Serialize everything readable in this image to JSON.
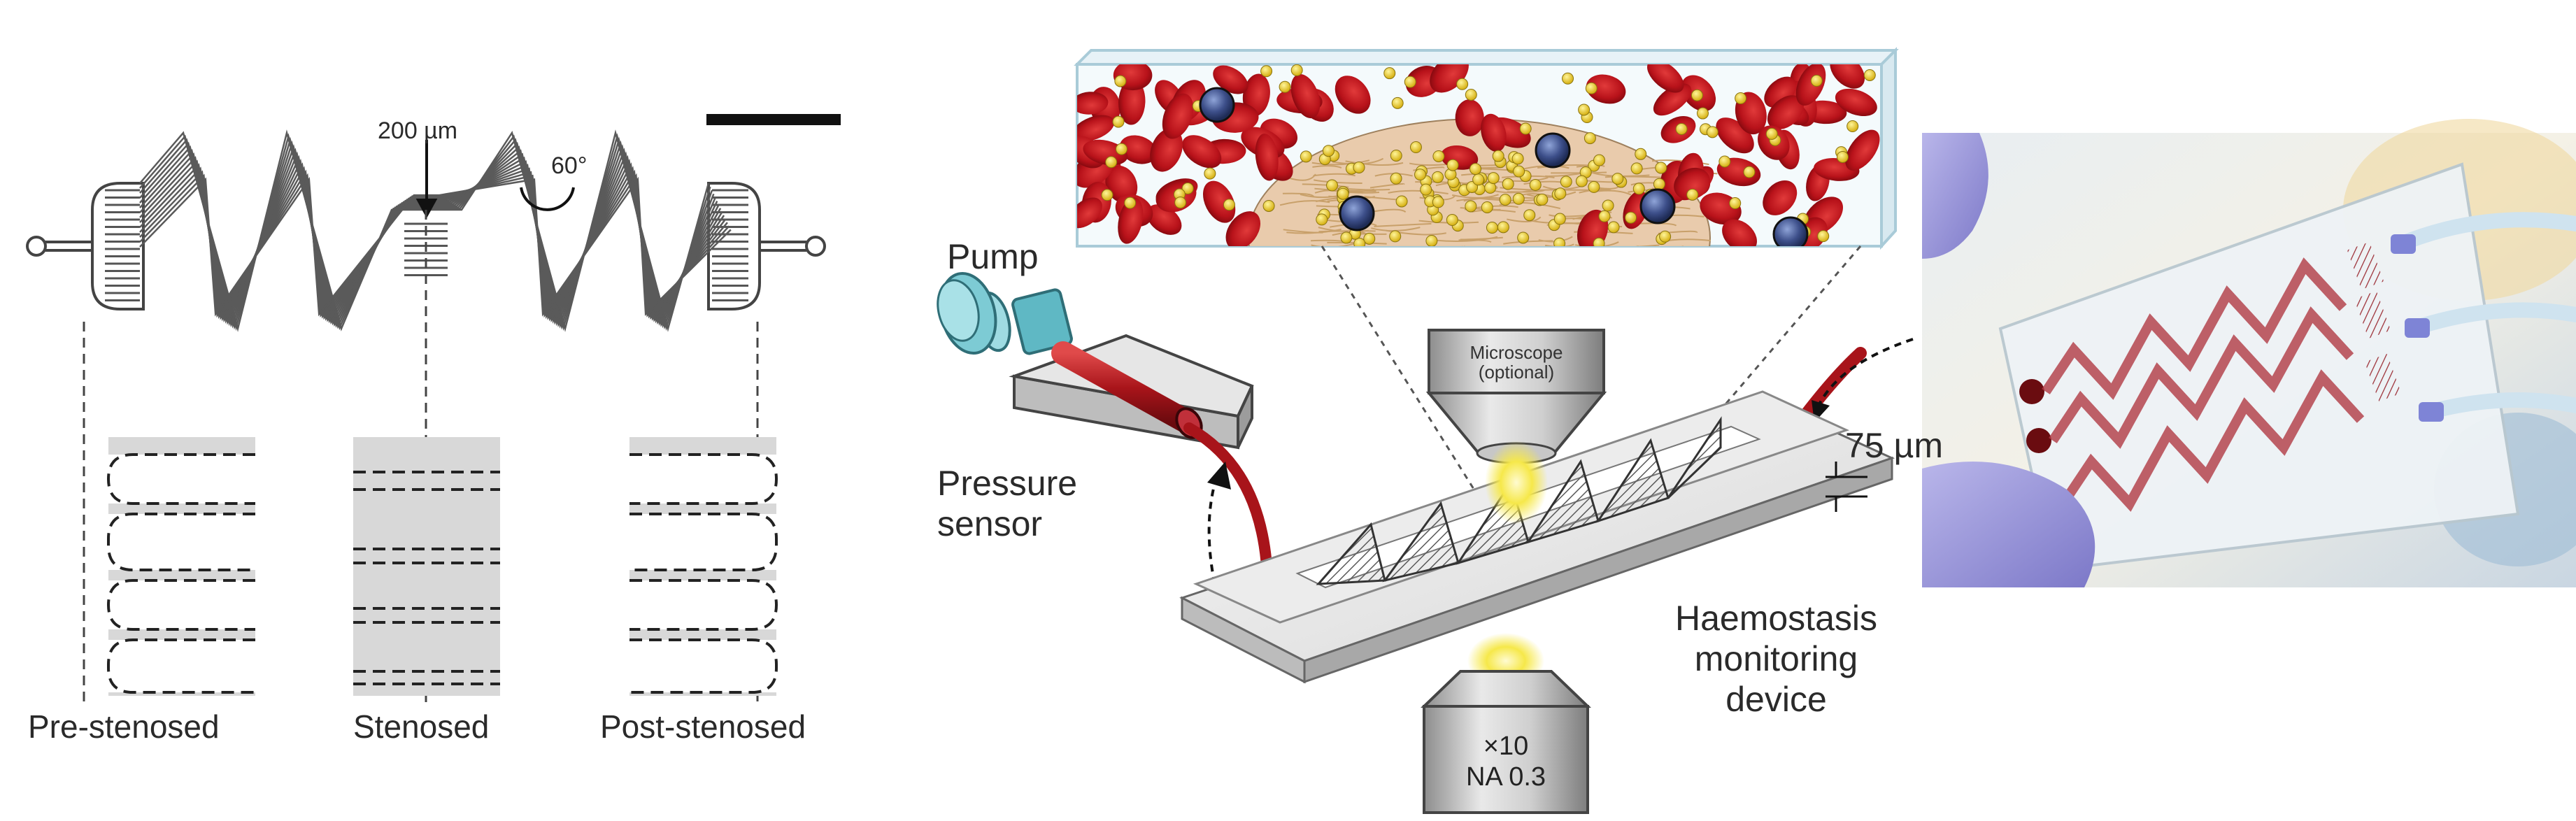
{
  "panel_a": {
    "dimension_label": "200 µm",
    "angle_label": "60°",
    "regions": [
      "Pre-stenosed",
      "Stenosed",
      "Post-stenosed"
    ]
  },
  "panel_b": {
    "pump_label": "Pump",
    "pressure_sensor_label": "Pressure\nsensor",
    "microscope_label": "Microscope\n(optional)",
    "channel_height_label": "75 µm",
    "objective_label": "×10\nNA 0.3",
    "device_label": "Haemostasis\nmonitoring\ndevice"
  },
  "colors": {
    "blood_red": "#c4161c",
    "tubing_red": "#a8141a",
    "platelet_yellow": "#f4d22a",
    "leukocyte_blue": "#3d4f8a",
    "region_gray": "#d8d8d8",
    "channel_gray": "#7a7a7a"
  }
}
